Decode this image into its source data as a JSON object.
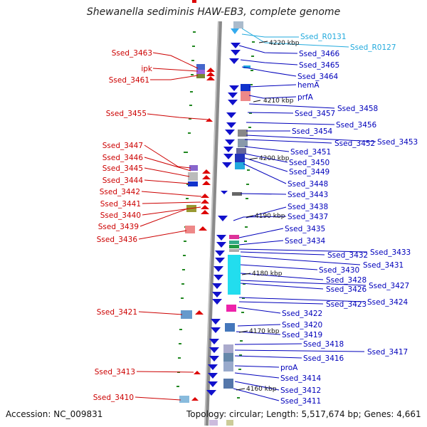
{
  "title": "Shewanella sediminis HAW-EB3, complete genome",
  "footer": {
    "accession": "Accession: NC_009831",
    "summary": "Topology: circular; Length: 5,517,674 bp; Genes: 4,661"
  },
  "colors": {
    "forward": "#cc0000",
    "reverse": "#0000bb",
    "rna": "#22aadd",
    "backbone": "#888888",
    "tick": "#228822"
  },
  "scale_labels": [
    "4220 kbp",
    "4210 kbp",
    "4200 kbp",
    "4190 kbp",
    "4180 kbp",
    "4170 kbp",
    "4160 kbp"
  ],
  "left_genes": [
    "Ssed_3463",
    "ipk",
    "Ssed_3461",
    "Ssed_3455",
    "Ssed_3447",
    "Ssed_3446",
    "Ssed_3445",
    "Ssed_3444",
    "Ssed_3442",
    "Ssed_3441",
    "Ssed_3440",
    "Ssed_3439",
    "Ssed_3436",
    "Ssed_3421",
    "Ssed_3413",
    "Ssed_3410"
  ],
  "rna_genes": [
    "Ssed_R0131",
    "Ssed_R0127"
  ],
  "right_genes": [
    "Ssed_3466",
    "Ssed_3465",
    "Ssed_3464",
    "hemA",
    "prfA",
    "Ssed_3458",
    "Ssed_3457",
    "Ssed_3456",
    "Ssed_3454",
    "Ssed_3453",
    "Ssed_3452",
    "Ssed_3451",
    "Ssed_3450",
    "Ssed_3449",
    "Ssed_3448",
    "Ssed_3443",
    "Ssed_3438",
    "Ssed_3437",
    "Ssed_3435",
    "Ssed_3434",
    "Ssed_3433",
    "Ssed_3432",
    "Ssed_3431",
    "Ssed_3430",
    "Ssed_3428",
    "Ssed_3427",
    "Ssed_3426",
    "Ssed_3424",
    "Ssed_3423",
    "Ssed_3422",
    "Ssed_3420",
    "Ssed_3419",
    "Ssed_3418",
    "Ssed_3417",
    "Ssed_3416",
    "proA",
    "Ssed_3414",
    "Ssed_3412",
    "Ssed_3411"
  ]
}
